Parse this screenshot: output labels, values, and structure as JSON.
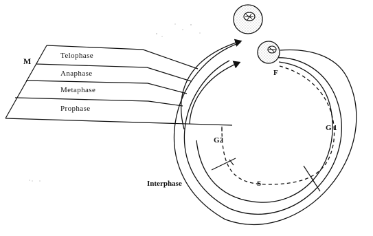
{
  "diagram": {
    "group_label": "M",
    "phases": [
      "Telophase",
      "Anaphase",
      "Metaphase",
      "Prophase"
    ],
    "interphase_label": "Interphase",
    "stage_g1": "G 1",
    "stage_s": "S",
    "stage_g2": "G2",
    "point_f": "F"
  }
}
